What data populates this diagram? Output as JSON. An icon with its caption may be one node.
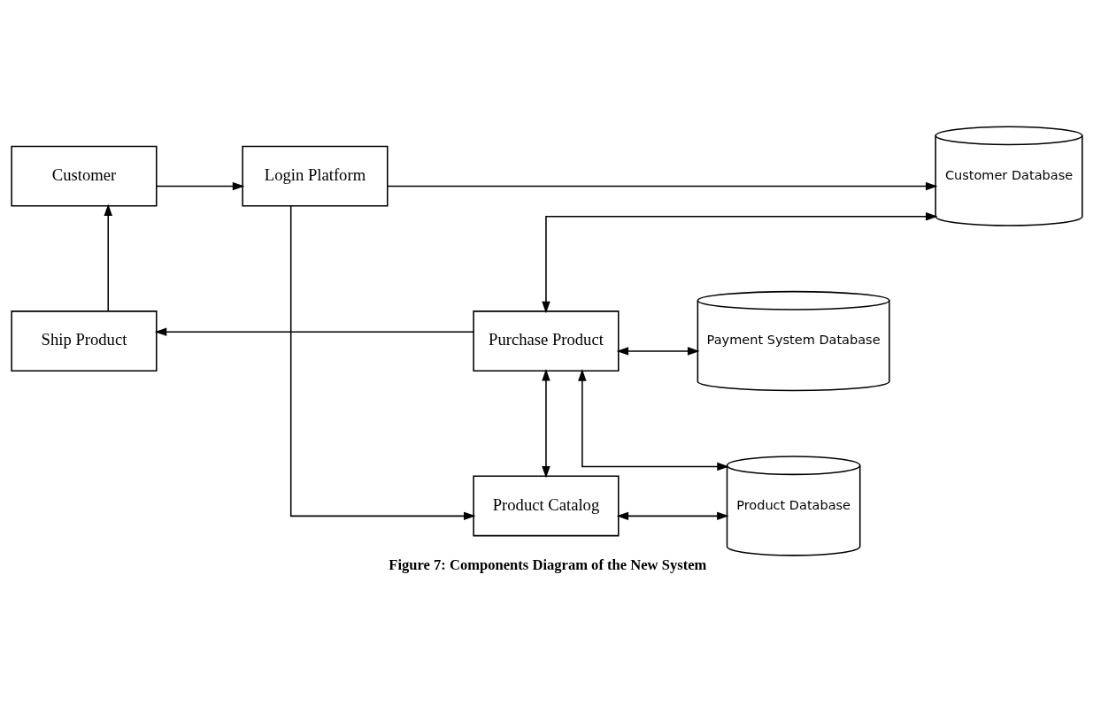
{
  "diagram": {
    "caption": "Figure 7: Components Diagram of the New System",
    "nodes": [
      {
        "text": [
          "Customer"
        ]
      },
      {
        "text": [
          "Login Platform"
        ]
      },
      {
        "text": [
          "Customer Database"
        ]
      },
      {
        "text": [
          "Product Catalog"
        ]
      },
      {
        "text": [
          "Product Database"
        ]
      },
      {
        "text": [
          "Purchase Product"
        ]
      },
      {
        "text": [
          "Ship Product"
        ]
      },
      {
        "text": [
          "Payment System Database"
        ]
      }
    ],
    "edges": [
      {
        "from": 0,
        "to": 1,
        "arrow": "to"
      },
      {
        "from": 1,
        "to": 2,
        "arrow": "to"
      },
      {
        "from": 1,
        "to": 3,
        "arrow": "to"
      },
      {
        "from": 3,
        "to": 4,
        "arrow": "both"
      },
      {
        "from": 3,
        "to": 5,
        "arrow": "both"
      },
      {
        "from": 5,
        "to": 2,
        "arrow": "both"
      },
      {
        "from": 5,
        "to": 4,
        "arrow": "both"
      },
      {
        "from": 5,
        "to": 7,
        "arrow": "both"
      },
      {
        "from": 5,
        "to": 6,
        "arrow": "to"
      },
      {
        "from": 6,
        "to": 0,
        "arrow": "to"
      }
    ]
  }
}
